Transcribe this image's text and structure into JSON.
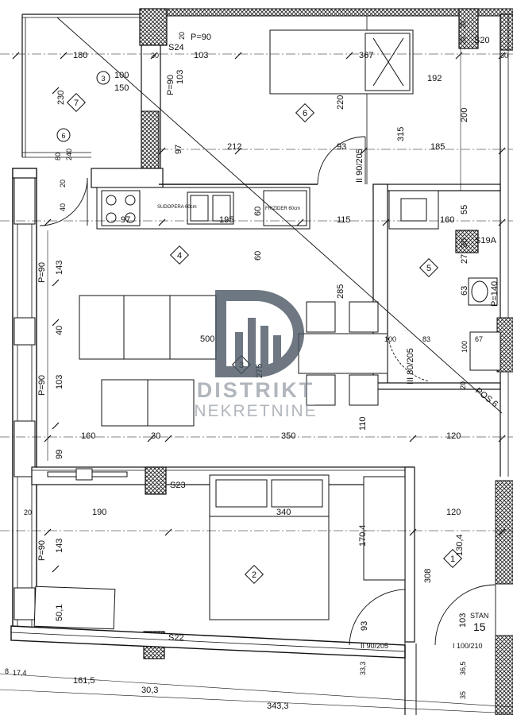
{
  "watermark": {
    "brand": "DISTRIKT",
    "sub": "NEKRETNINE",
    "color": "#4a5663"
  },
  "rooms": {
    "r1": "1",
    "r2": "2",
    "r3": "3",
    "r4": "4",
    "r5": "5",
    "r6": "6",
    "r7": "7"
  },
  "markers": {
    "m3": "3",
    "m6": "6"
  },
  "apartment": {
    "stan": "STAN",
    "number": "15"
  },
  "tags": {
    "s20": "S20",
    "s24": "S24",
    "s23": "S23",
    "s22": "S22",
    "s19a": "S19A",
    "pos6": "POS 6",
    "p90_top": "P=90",
    "p90_a": "P=90",
    "p90_b": "P=90",
    "p90_c": "P=90",
    "p140": "P=140",
    "door_ii_top": "II 90/205",
    "door_iii": "III 80/205",
    "door_ii_bottom": "II 90/205",
    "door_i": "I 100/210",
    "sudopera": "SUDOPERA 60cm",
    "frizider": "FRIZIDER 60cm"
  },
  "dims": {
    "d180": "180",
    "d100": "100",
    "d150": "150",
    "d230": "230",
    "d80": "80",
    "d240": "240",
    "d103a": "103",
    "d103b": "103",
    "d20a": "20",
    "d367": "367",
    "d192": "192",
    "d220": "220",
    "d200": "200",
    "d212": "212",
    "d97a": "97",
    "d93a": "93",
    "d315": "315",
    "d185": "185",
    "d20b": "20",
    "d40": "40",
    "d97b": "97",
    "d195": "195",
    "d60a": "60",
    "d115": "115",
    "d160a": "160",
    "d55": "55",
    "d30a": "30",
    "d143a": "143",
    "d60b": "60",
    "d27": "27",
    "d285": "285",
    "d63": "63",
    "d40b": "40",
    "d500": "500",
    "d100b": "100",
    "d83": "83",
    "d67": "67",
    "d100c": "100",
    "d103c": "103",
    "d275": "275",
    "d160b": "160",
    "d30b": "30",
    "d350": "350",
    "d110": "110",
    "d120a": "120",
    "d99": "99",
    "d20c": "20",
    "d190": "190",
    "d340": "340",
    "d120b": "120",
    "d143b": "143",
    "d170": "170,4",
    "d130": "130,4",
    "d308": "308",
    "d501": "50,1",
    "d93b": "93",
    "d103d": "103",
    "d33": "33,3",
    "d36": "36,5",
    "d35": "35",
    "d8": "8",
    "d174": "17,4",
    "d1615": "161,5",
    "d303": "30,3",
    "d3433": "343,3",
    "d20d": "20",
    "d20e": "20",
    "d30c": "30",
    "d30d": "30",
    "d20f": "20"
  }
}
